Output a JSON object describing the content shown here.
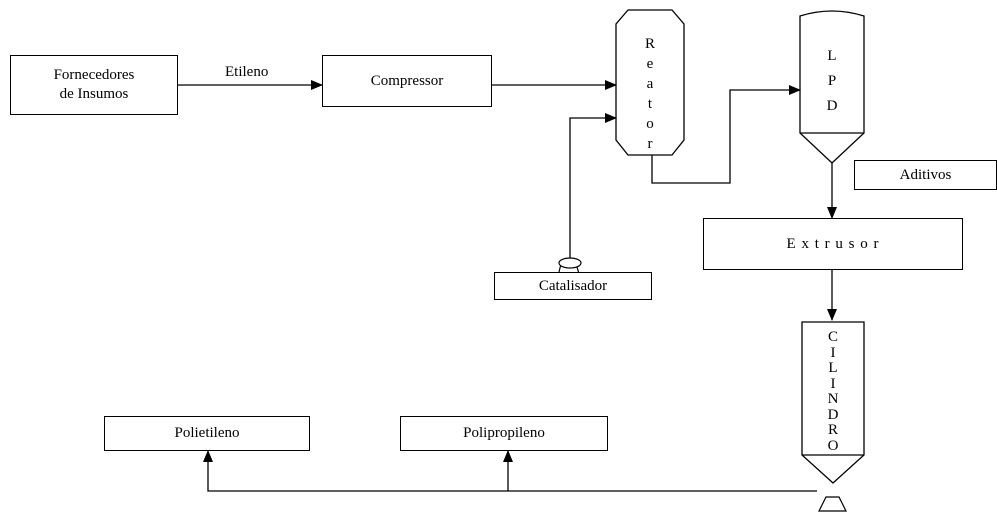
{
  "diagram": {
    "nodes": {
      "fornecedores": "Fornecedores\nde Insumos",
      "compressor": "Compressor",
      "reator": "Reator",
      "lpd": "LPD",
      "aditivos": "Aditivos",
      "extrusor": "E x t r u s o r",
      "cilindro": "CILINDRO",
      "catalisador": "Catalisador",
      "polietileno": "Polietileno",
      "polipropileno": "Polipropileno"
    },
    "edges": {
      "etileno_label": "Etileno"
    }
  }
}
